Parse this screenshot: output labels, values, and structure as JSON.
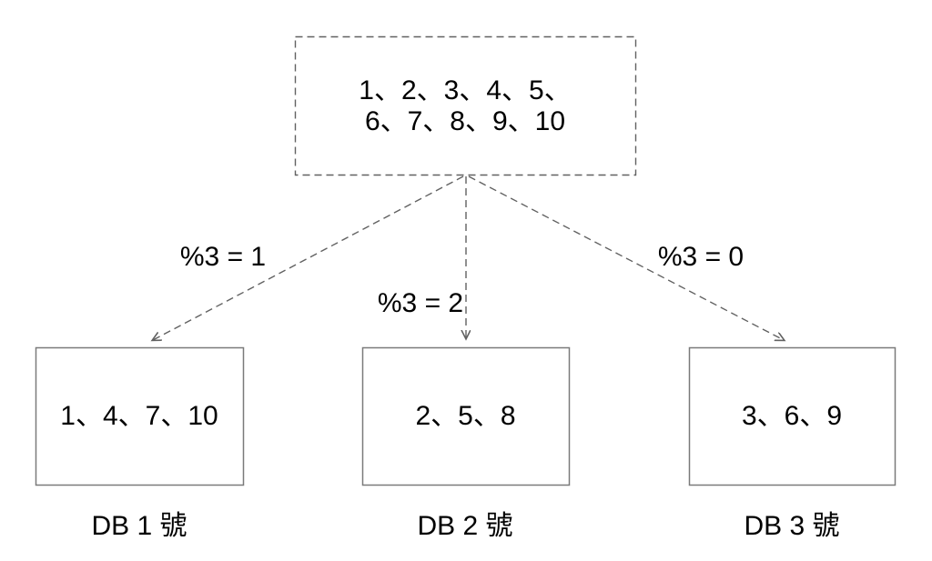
{
  "diagram": {
    "title": "modulo-sharding-diagram",
    "source_box": {
      "line1": "1、2、3、4、5、",
      "line2": "6、7、8、9、10"
    },
    "edges": [
      {
        "label": "%3 = 1",
        "target": "DB 1 號"
      },
      {
        "label": "%3 = 2",
        "target": "DB 2 號"
      },
      {
        "label": "%3 = 0",
        "target": "DB 3 號"
      }
    ],
    "databases": [
      {
        "content": "1、4、7、10",
        "name": "DB 1 號"
      },
      {
        "content": "2、5、8",
        "name": "DB 2 號"
      },
      {
        "content": "3、6、9",
        "name": "DB 3 號"
      }
    ],
    "colors": {
      "background": "#ffffff",
      "dashed_stroke": "#616161",
      "box_border": "#7a7a7a",
      "text": "#000000"
    }
  }
}
